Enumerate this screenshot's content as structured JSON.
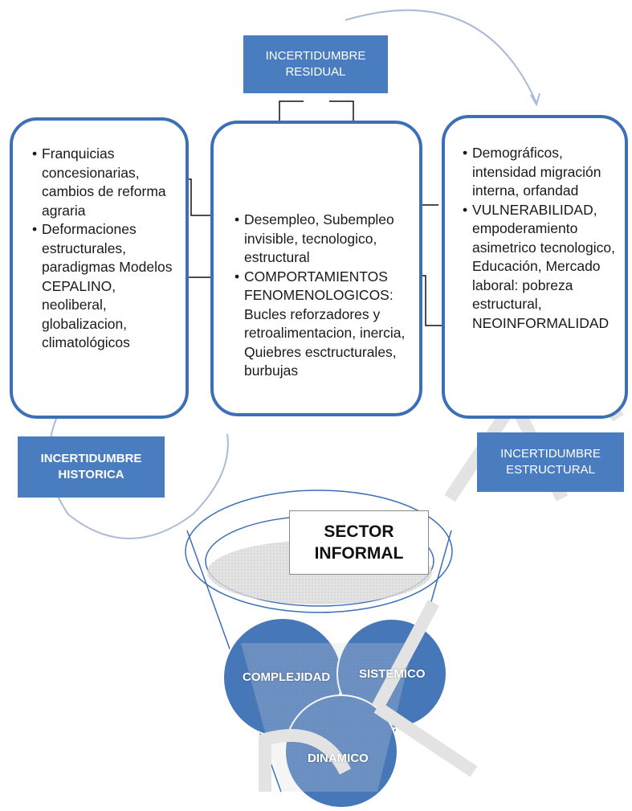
{
  "colors": {
    "accent": "#3d6fb6",
    "label_fill": "#4a7dc0",
    "circle_fill": "#4677b8",
    "arrow": "#a9bbd6",
    "watermark": "#e6e6e6"
  },
  "labels": {
    "residual": "INCERTIDUMBRE\nRESIDUAL",
    "historica": "INCERTIDUMBRE\nHISTORICA",
    "estructural": "INCERTIDUMBRE\nESTRUCTURAL"
  },
  "left_box": {
    "items": [
      "Franquicias concesionarias, cambios de reforma agraria",
      "Deformaciones estructurales, paradigmas Modelos CEPALINO, neoliberal, globalizacion, climatológicos"
    ]
  },
  "center_box": {
    "items": [
      "Desempleo, Subempleo invisible, tecnologico, estructural",
      "COMPORTAMIENTOS FENOMENOLOGICOS: Bucles reforzadores y retroalimentacion, inercia, Quiebres esctructurales, burbujas"
    ]
  },
  "right_box": {
    "items": [
      "Demográficos, intensidad migración interna, orfandad",
      "VULNERABILIDAD, empoderamiento asimetrico tecnologico, Educación, Mercado laboral: pobreza estructural, NEOINFORMALIDAD"
    ]
  },
  "funnel": {
    "title": "SECTOR\nINFORMAL",
    "circles": [
      "COMPLEJIDAD",
      "SISTEMICO",
      "DINAMICO"
    ]
  }
}
